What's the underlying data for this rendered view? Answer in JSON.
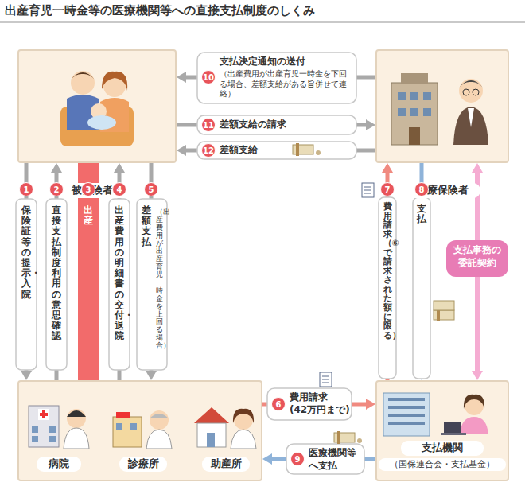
{
  "diagram": {
    "title": "出産育児一時金等の医療機関等への直接支払制度のしくみ",
    "nodes": [
      {
        "text": [
          "被保険者等"
        ]
      },
      {
        "text": [
          "医療保険者"
        ]
      },
      {
        "text": [
          "病院",
          "診療所",
          "助産所"
        ]
      },
      {
        "text": [
          "支払機関",
          "（国保連合会・支払基金）"
        ]
      }
    ],
    "edges": [
      {
        "from": 0,
        "to": 2,
        "arrow": "to",
        "label": "保険証等の提示・入院"
      },
      {
        "from": 2,
        "to": 0,
        "arrow": "to",
        "label": "直接支払制度利用の意思確認"
      },
      {
        "from": 0,
        "to": 2,
        "arrow": "none",
        "label": "出産"
      },
      {
        "from": 2,
        "to": 0,
        "arrow": "to",
        "label": "出産費用の明細書の交付・退院"
      },
      {
        "from": 0,
        "to": 2,
        "arrow": "to",
        "label": "差額支払"
      },
      {
        "from": 1,
        "to": 0,
        "arrow": "to",
        "label": "支払決定通知の送付"
      },
      {
        "from": 0,
        "to": 1,
        "arrow": "to",
        "label": "差額支給の請求"
      },
      {
        "from": 1,
        "to": 0,
        "arrow": "to",
        "label": "差額支給"
      },
      {
        "from": 2,
        "to": 3,
        "arrow": "to",
        "label": "費用請求 (42万円まで)"
      },
      {
        "from": 3,
        "to": 1,
        "arrow": "to",
        "label": "費用請求（⑥で請求された額に限る）"
      },
      {
        "from": 1,
        "to": 3,
        "arrow": "to",
        "label": "支払"
      },
      {
        "from": 3,
        "to": 2,
        "arrow": "to",
        "label": "医療機関等へ支払"
      },
      {
        "from": 1,
        "to": 3,
        "arrow": "both",
        "label": "支払事務の委託契約"
      }
    ],
    "labels": [
      "1",
      "2",
      "3",
      "4",
      "5",
      "6",
      "7",
      "8",
      "9",
      "10",
      "11",
      "12",
      "（出産費用が出産育児一時金を下回る場合、差額支給がある旨併せて連絡）",
      "（出産費用が出産育児一時金を上回る場合）"
    ]
  }
}
